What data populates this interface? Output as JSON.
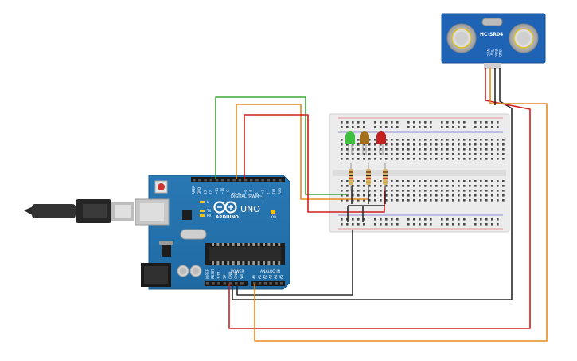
{
  "arduino": {
    "brand": "ARDUINO",
    "model": "UNO",
    "digital_label": "DIGITAL (PWM~)",
    "power_label": "POWER",
    "analog_label": "ANALOG IN",
    "tx_label": "TX",
    "rx_label": "RX",
    "l_label": "L",
    "on_label": "ON",
    "digital_pins": [
      "AREF",
      "GND",
      "13",
      "12",
      "~11",
      "~10",
      "~9",
      "8",
      "7",
      "~6",
      "~5",
      "4",
      "~3",
      "2",
      "TX1",
      "RX0"
    ],
    "power_pins": [
      "IOREF",
      "RESET",
      "3.3V",
      "5V",
      "GND",
      "GND",
      "Vin"
    ],
    "analog_pins": [
      "A0",
      "A1",
      "A2",
      "A3",
      "A4",
      "A5"
    ]
  },
  "sensor": {
    "model": "HC-SR04",
    "pins": [
      "VCC",
      "Trig",
      "Echo",
      "GND"
    ]
  },
  "leds": [
    {
      "color_name": "green",
      "color": "#3fbf3f"
    },
    {
      "color_name": "yellow",
      "color": "#a3701e"
    },
    {
      "color_name": "red",
      "color": "#c42020"
    }
  ],
  "wire_colors": {
    "green": "#3aa63a",
    "orange": "#e88a1a",
    "red": "#d01e1e",
    "black": "#2a2a2a"
  }
}
